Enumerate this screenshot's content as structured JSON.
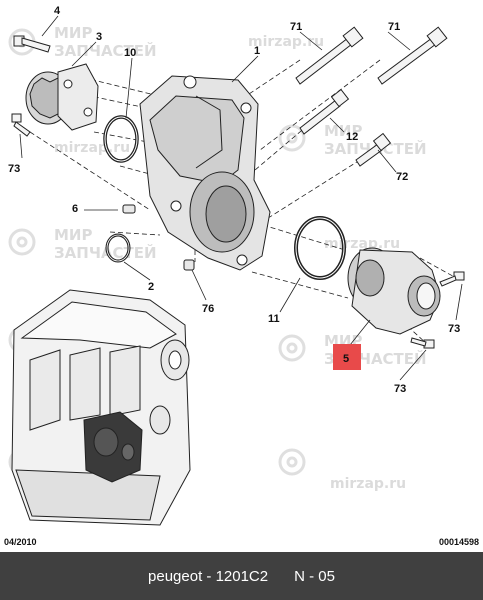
{
  "diagram": {
    "callouts": {
      "c1": "1",
      "c2": "2",
      "c3": "3",
      "c4": "4",
      "c5": "5",
      "c6": "6",
      "c10": "10",
      "c11": "11",
      "c12": "12",
      "c71a": "71",
      "c71b": "71",
      "c72": "72",
      "c73a": "73",
      "c73b": "73",
      "c73c": "73",
      "c76": "76"
    },
    "highlight_color": "#e84a4a",
    "watermark": {
      "line1": "МИР",
      "line2": "ЗАПЧАСТЕЙ",
      "site": "mirzap.ru"
    }
  },
  "footer": {
    "date_code": "04/2010",
    "ref_code": "00014598"
  },
  "caption": {
    "brand": "peugeot - 1201C2",
    "page": "N - 05"
  }
}
